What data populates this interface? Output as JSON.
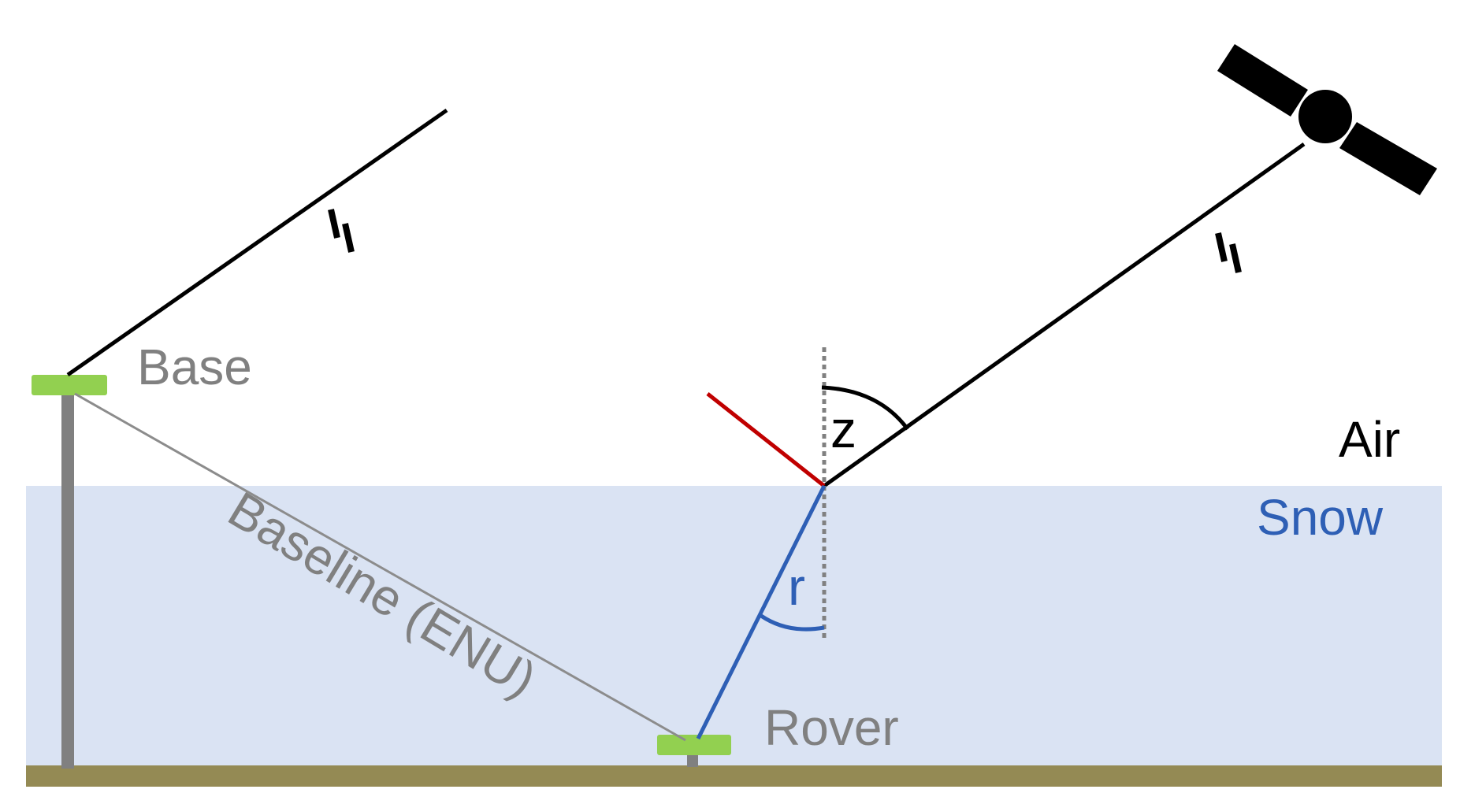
{
  "labels": {
    "base": "Base",
    "rover": "Rover",
    "baseline": "Baseline (ENU)",
    "air": "Air",
    "snow": "Snow",
    "zenith_angle": "z",
    "refraction_angle": "r",
    "parallel_mark_1": "//",
    "parallel_mark_2": "//"
  },
  "colors": {
    "snow_layer": "#dae3f3",
    "ground": "#948a54",
    "antenna": "#92d050",
    "mast": "#808080",
    "baseline_line": "#8c8c8c",
    "label_gray": "#808080",
    "refracted_ray": "#2e5fb5",
    "reflected_ray": "#c00000",
    "signal_line": "#000000"
  },
  "icons": {
    "satellite": "satellite-icon"
  }
}
